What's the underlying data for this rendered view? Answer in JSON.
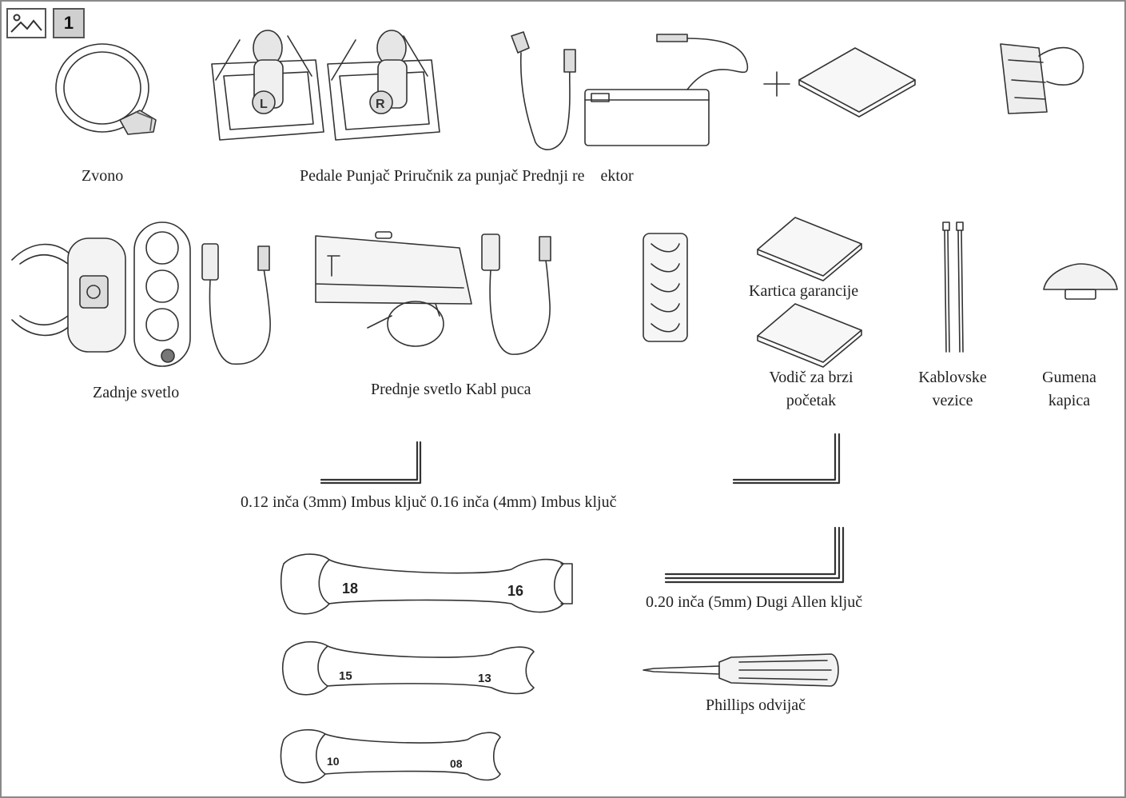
{
  "badge": {
    "number": "1",
    "icon": "image-icon"
  },
  "labels": {
    "bell": "Zvono",
    "row1_combined": "Pedale Punjač Priručnik za punjač Prednji re    ektor",
    "rear_light": "Zadnje svetlo",
    "front_light_cable": "Prednje svetlo Kabl puca",
    "warranty_card": "Kartica garancije",
    "quick_start_line1": "Vodič za brzi",
    "quick_start_line2": "početak",
    "cable_ties_line1": "Kablovske",
    "cable_ties_line2": "vezice",
    "rubber_cap_line1": "Gumena",
    "rubber_cap_line2": "kapica",
    "allen_keys": "0.12 inča (3mm) Imbus ključ 0.16 inča (4mm) Imbus ključ",
    "long_allen_key": "0.20 inča (5mm) Dugi Allen ključ",
    "screwdriver": "Phillips odvijač"
  },
  "wrenches": [
    {
      "left": "18",
      "right": "16"
    },
    {
      "left": "15",
      "right": "13"
    },
    {
      "left": "10",
      "right": "08"
    }
  ],
  "pedal_marks": {
    "left": "L",
    "right": "R"
  }
}
